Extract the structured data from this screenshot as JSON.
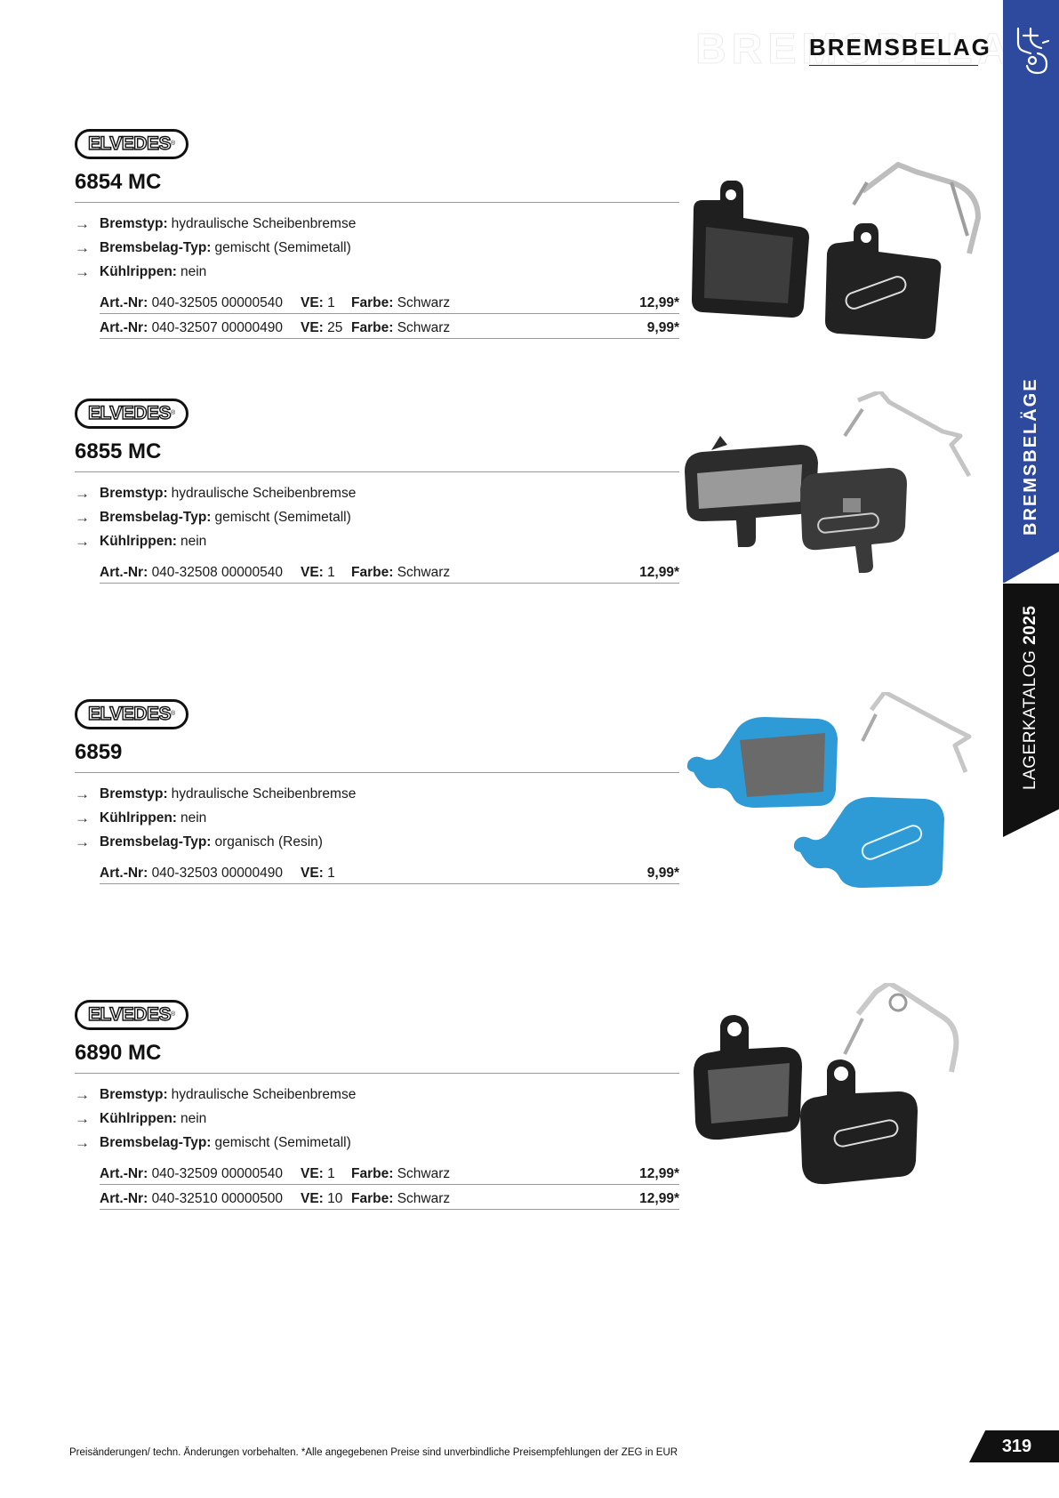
{
  "header": {
    "ghost_text": "BREMSBELAG",
    "title": "BREMSBELAG"
  },
  "sidebar": {
    "section_label": "BREMSBELÄGE",
    "catalog_prefix": "LAGERKATALOG ",
    "catalog_year": "2025"
  },
  "products": [
    {
      "brand": "ELVEDES",
      "title": "6854 MC",
      "features": [
        {
          "label": "Bremstyp:",
          "value": "hydraulische Scheibenbremse"
        },
        {
          "label": "Bremsbelag-Typ:",
          "value": "gemischt (Semimetall)"
        },
        {
          "label": "Kühlrippen:",
          "value": "nein"
        }
      ],
      "rows": [
        {
          "art_label": "Art.-Nr:",
          "art_value": "040-32505  00000540",
          "ve_label": "VE:",
          "ve_value": "1",
          "farbe_label": "Farbe:",
          "farbe_value": "Schwarz",
          "price": "12,99*"
        },
        {
          "art_label": "Art.-Nr:",
          "art_value": "040-32507  00000490",
          "ve_label": "VE:",
          "ve_value": "25",
          "farbe_label": "Farbe:",
          "farbe_value": "Schwarz",
          "price": "9,99*"
        }
      ]
    },
    {
      "brand": "ELVEDES",
      "title": "6855 MC",
      "features": [
        {
          "label": "Bremstyp:",
          "value": "hydraulische Scheibenbremse"
        },
        {
          "label": "Bremsbelag-Typ:",
          "value": "gemischt (Semimetall)"
        },
        {
          "label": "Kühlrippen:",
          "value": "nein"
        }
      ],
      "rows": [
        {
          "art_label": "Art.-Nr:",
          "art_value": "040-32508  00000540",
          "ve_label": "VE:",
          "ve_value": "1",
          "farbe_label": "Farbe:",
          "farbe_value": "Schwarz",
          "price": "12,99*"
        }
      ]
    },
    {
      "brand": "ELVEDES",
      "title": "6859",
      "features": [
        {
          "label": "Bremstyp:",
          "value": "hydraulische Scheibenbremse"
        },
        {
          "label": "Kühlrippen:",
          "value": "nein"
        },
        {
          "label": "Bremsbelag-Typ:",
          "value": "organisch (Resin)"
        }
      ],
      "rows": [
        {
          "art_label": "Art.-Nr:",
          "art_value": "040-32503  00000490",
          "ve_label": "VE:",
          "ve_value": "1",
          "farbe_label": "",
          "farbe_value": "",
          "price": "9,99*"
        }
      ]
    },
    {
      "brand": "ELVEDES",
      "title": "6890 MC",
      "features": [
        {
          "label": "Bremstyp:",
          "value": "hydraulische Scheibenbremse"
        },
        {
          "label": "Kühlrippen:",
          "value": "nein"
        },
        {
          "label": "Bremsbelag-Typ:",
          "value": "gemischt (Semimetall)"
        }
      ],
      "rows": [
        {
          "art_label": "Art.-Nr:",
          "art_value": "040-32509  00000540",
          "ve_label": "VE:",
          "ve_value": "1",
          "farbe_label": "Farbe:",
          "farbe_value": "Schwarz",
          "price": "12,99*"
        },
        {
          "art_label": "Art.-Nr:",
          "art_value": "040-32510  00000500",
          "ve_label": "VE:",
          "ve_value": "10",
          "farbe_label": "Farbe:",
          "farbe_value": "Schwarz",
          "price": "12,99*"
        }
      ]
    }
  ],
  "footer": {
    "note": "Preisänderungen/ techn. Änderungen vorbehalten. *Alle angegebenen Preise sind unverbindliche Preisempfehlungen der ZEG in EUR",
    "page_number": "319"
  },
  "colors": {
    "sidebar_blue": "#2e4a9e",
    "sidebar_black": "#111111",
    "pad_blue": "#2e9bd6",
    "pad_dark": "#2a2a2a"
  }
}
